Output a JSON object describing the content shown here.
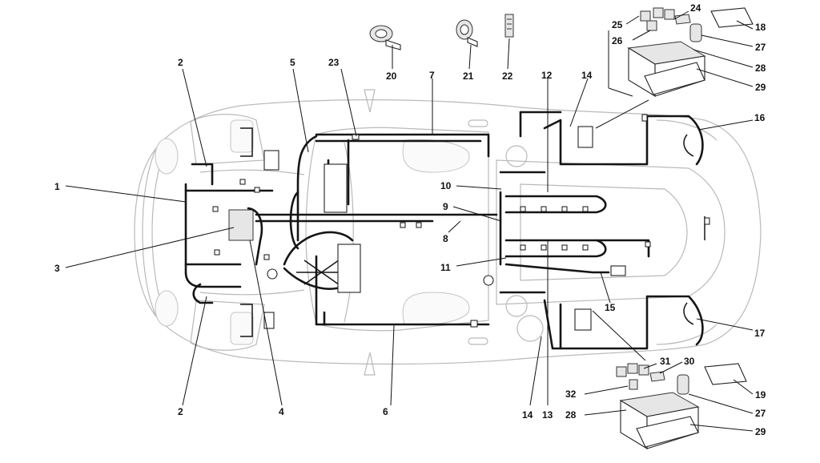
{
  "callouts": {
    "c1": "1",
    "c2a": "2",
    "c2b": "2",
    "c3": "3",
    "c4": "4",
    "c5": "5",
    "c6": "6",
    "c7": "7",
    "c8": "8",
    "c9": "9",
    "c10": "10",
    "c11": "11",
    "c12": "12",
    "c13": "13",
    "c14a": "14",
    "c14b": "14",
    "c15": "15",
    "c16": "16",
    "c17": "17",
    "c18": "18",
    "c19": "19",
    "c20": "20",
    "c21": "21",
    "c22": "22",
    "c23": "23",
    "c24": "24",
    "c25": "25",
    "c26": "26",
    "c27a": "27",
    "c27b": "27",
    "c28a": "28",
    "c28b": "28",
    "c29a": "29",
    "c29b": "29",
    "c30": "30",
    "c31": "31",
    "c32": "32"
  }
}
